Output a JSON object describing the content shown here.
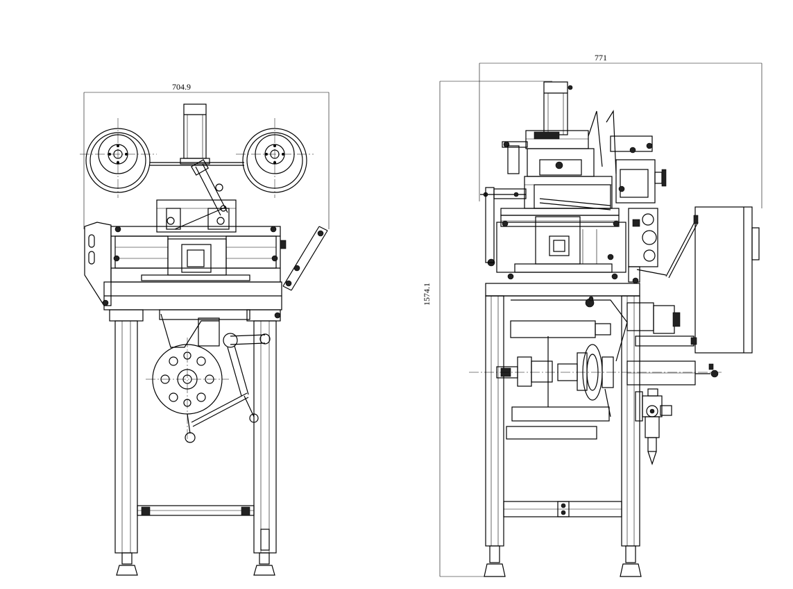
{
  "drawing": {
    "front_view": {
      "width_dimension": "704.9"
    },
    "side_view": {
      "width_dimension": "771",
      "height_dimension": "1574.1"
    }
  }
}
